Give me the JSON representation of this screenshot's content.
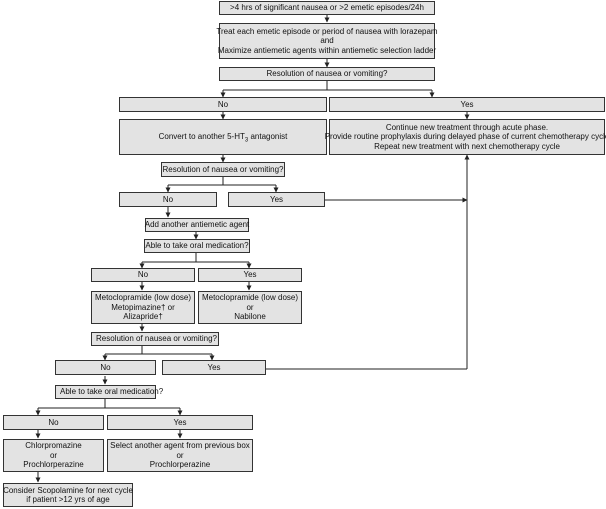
{
  "flow": {
    "trigger": ">4 hrs of significant nausea or >2 emetic episodes/24h",
    "treat": {
      "line1": "Treat each emetic episode or period of nausea with lorazepam",
      "line2": "and",
      "line3": "Maximize antiemetic agents within antiemetic selection ladder"
    },
    "q1": "Resolution of nausea or vomiting?",
    "q1_no": "No",
    "q1_yes": "Yes",
    "convert_prefix": "Convert to another 5-HT",
    "convert_sub": "3",
    "convert_suffix": " antagonist",
    "continue": {
      "line1": "Continue new treatment through acute phase.",
      "line2": "Provide routine prophylaxis during delayed phase of current chemotherapy cycle",
      "line3": "Repeat new treatment with next chemotherapy cycle"
    },
    "q2": "Resolution of nausea or vomiting?",
    "q2_no": "No",
    "q2_yes": "Yes",
    "add_agent": "Add another antiemetic agent",
    "q_oral1": "Able to take oral medication?",
    "oral1_no": "No",
    "oral1_yes": "Yes",
    "meds_no": {
      "line1": "Metoclopramide (low dose)",
      "line2": "Metopimazine† or",
      "line3": "Alizapride†"
    },
    "meds_yes": {
      "line1": "Metoclopramide (low dose)",
      "line2": "or",
      "line3": "Nabilone"
    },
    "q3": "Resolution of nausea or vomiting?",
    "q3_no": "No",
    "q3_yes": "Yes",
    "q_oral2": "Able to take oral medication?",
    "oral2_no": "No",
    "oral2_yes": "Yes",
    "chlor": {
      "line1": "Chlorpromazine",
      "line2": "or",
      "line3": "Prochlorperazine"
    },
    "select": {
      "line1": "Select another agent from previous box",
      "line2": "or",
      "line3": "Prochlorperazine"
    },
    "scopo": {
      "line1": "Consider Scopolamine for next cycle",
      "line2": "if patient >12 yrs of age"
    }
  },
  "colors": {
    "box_fill": "#e3e3e3",
    "line": "#222222"
  }
}
